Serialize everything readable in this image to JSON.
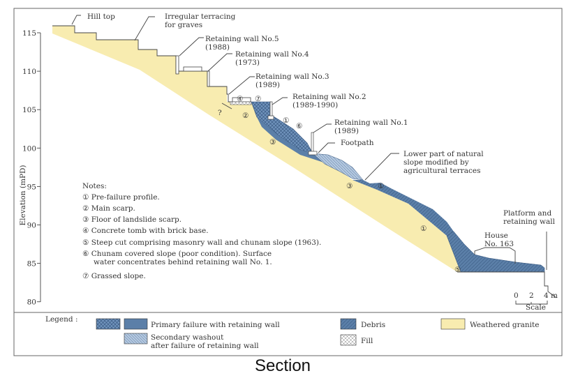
{
  "colors": {
    "granite": "#f8ecb0",
    "primary": "#5b7fa8",
    "primary_hatch": "#7f9dc1",
    "secondary": "#b5c9e0",
    "fill": "#ffffff",
    "frame": "#666666"
  },
  "axis": {
    "label": "Elevation (mPD)",
    "ticks": [
      "115",
      "110",
      "105",
      "100",
      "95",
      "90",
      "85",
      "80"
    ]
  },
  "labels": {
    "hill_top": "Hill top",
    "terracing_1": "Irregular terracing",
    "terracing_2": "for graves",
    "rw5_1": "Retaining wall No.5",
    "rw5_2": "(1988)",
    "rw4_1": "Retaining wall No.4",
    "rw4_2": "(1973)",
    "rw3_1": "Retaining wall No.3",
    "rw3_2": "(1989)",
    "rw2_1": "Retaining wall No.2",
    "rw2_2": "(1989-1990)",
    "rw1_1": "Retaining wall No.1",
    "rw1_2": "(1989)",
    "footpath": "Footpath",
    "lower_1": "Lower part of natural",
    "lower_2": "slope modified by",
    "lower_3": "agricultural terraces",
    "platform_1": "Platform and",
    "platform_2": "retaining wall",
    "house_1": "House",
    "house_2": "No. 163",
    "q": "?",
    "m1": "①",
    "m2": "②",
    "m3": "③",
    "m4": "④",
    "m5": "⑤",
    "m6": "⑥",
    "m7": "⑦"
  },
  "notes": {
    "title": "Notes:",
    "items": [
      "① Pre-failure profile.",
      "② Main scarp.",
      "③ Floor of landslide scarp.",
      "④ Concrete tomb with brick base.",
      "⑤ Steep cut comprising masonry wall and chunam slope (1963).",
      "⑥ Chunam covered slope (poor condition). Surface",
      "    water concentrates behind retaining wall No. 1.",
      "⑦ Grassed slope."
    ]
  },
  "scale": {
    "ticks": [
      "0",
      "2",
      "4 m"
    ],
    "label": "Scale"
  },
  "legend": {
    "title": "Legend :",
    "primary": "Primary failure with retaining wall",
    "secondary_1": "Secondary washout",
    "secondary_2": "after failure of retaining wall",
    "debris": "Debris",
    "fill": "Fill",
    "granite": "Weathered granite"
  },
  "caption": "Section"
}
